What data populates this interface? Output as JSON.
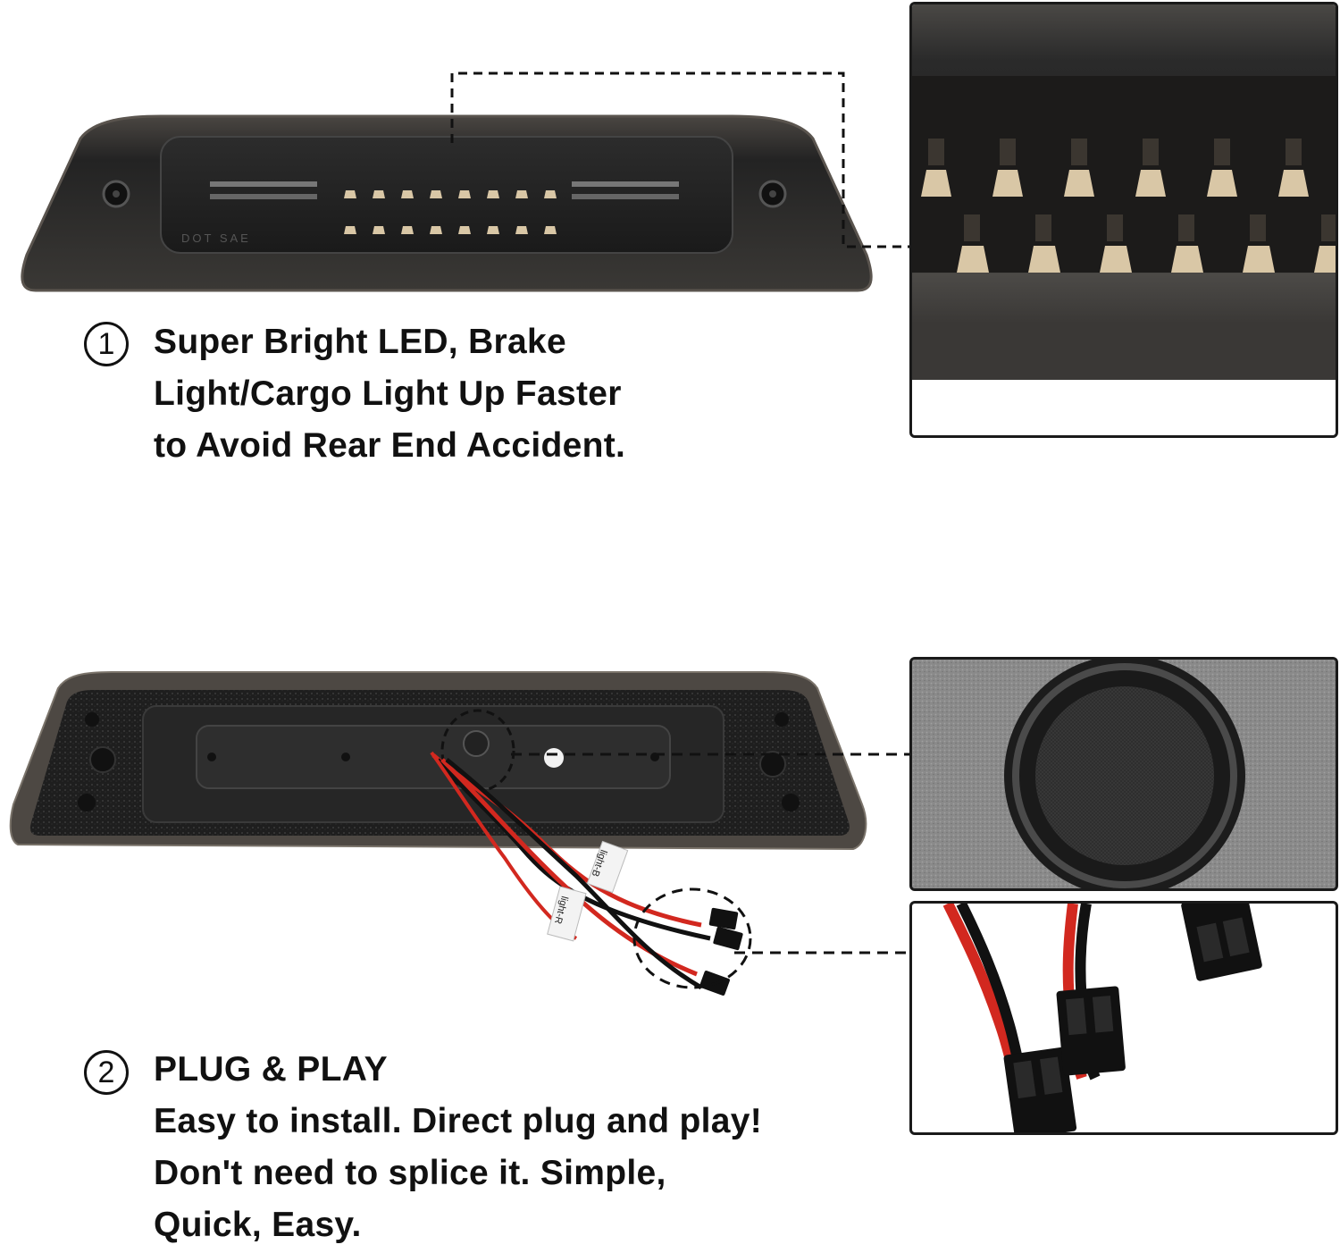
{
  "features": [
    {
      "number": "1",
      "lines": [
        "Super Bright LED, Brake",
        "Light/Cargo Light Up Faster",
        "to Avoid Rear End Accident."
      ]
    },
    {
      "number": "2",
      "lines": [
        "PLUG & PLAY",
        "Easy to install. Direct plug and play!",
        "Don't need to splice it. Simple,",
        "Quick, Easy."
      ]
    }
  ],
  "product_marks": {
    "lens_stamp": "DOT SAE",
    "harness_label_1": "light-R",
    "harness_label_2": "light-B"
  },
  "colors": {
    "housing": "#2a2a2a",
    "housing_edge": "#5a544e",
    "led_glow": "#d9c7a6",
    "foam": "#1e1e1e",
    "wire_red": "#d2281f",
    "wire_black": "#111111"
  }
}
